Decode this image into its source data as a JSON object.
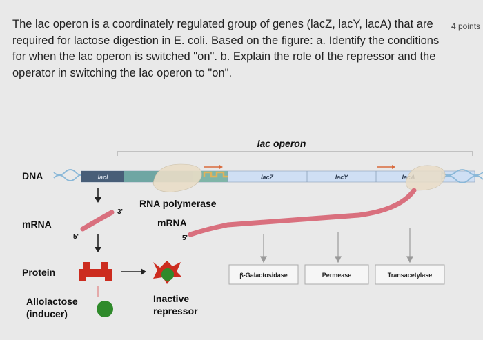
{
  "question": {
    "text": "The lac operon is a coordinately regulated group of genes (lacZ, lacY, lacA) that are required for lactose digestion in E. coli. Based on the figure: a. Identify the conditions for when the lac operon is switched \"on\". b. Explain the role of the repressor and the operator in switching the lac operon to \"on\".",
    "points": "4 points"
  },
  "figure": {
    "operon_label": "lac operon",
    "dna_label": "DNA",
    "mrna_label": "mRNA",
    "protein_label": "Protein",
    "genes": {
      "laci": "lacI",
      "lacz": "lacZ",
      "lacy": "lacY",
      "laca": "lacA"
    },
    "rna_polymerase_label": "RNA polymerase",
    "mrna_label_right": "mRNA",
    "five_prime_left": "5'",
    "three_prime_left": "3'",
    "five_prime_right": "5'",
    "products": {
      "galactosidase": "β-Galactosidase",
      "permease": "Permease",
      "transacetylase": "Transacetylase"
    },
    "allolactose_line1": "Allolactose",
    "allolactose_line2": "(inducer)",
    "inactive_line1": "Inactive",
    "inactive_line2": "repressor"
  },
  "colors": {
    "dna_teal": "#6fa6a3",
    "gene_blue": "#cfdff4",
    "laci_dark": "#485e78",
    "mrna_pink": "#d9707e",
    "repressor_red": "#cc2c1f",
    "inducer_green": "#2f8a2b",
    "polymerase_beige": "#e9ddc7",
    "promoter_yellow": "#e0b25b"
  }
}
